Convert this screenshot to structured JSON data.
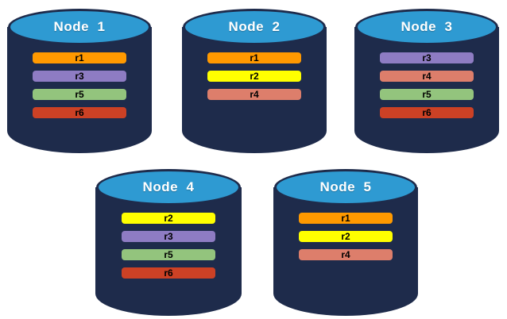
{
  "diagram": {
    "background": "#FFFFFF",
    "colors": {
      "cylinder_body": "#1E2B4B",
      "cylinder_top": "#2E9AD2",
      "title_text": "#FFFFFF",
      "bar_text": "#000000"
    },
    "replica_colors": {
      "r1": "#FF9900",
      "r2": "#FFFF00",
      "r3": "#8E7CC3",
      "r4": "#DD7E6B",
      "r5": "#93C47D",
      "r6": "#CC4125"
    },
    "nodes": [
      {
        "label": "Node  1",
        "replicas": [
          "r1",
          "r3",
          "r5",
          "r6"
        ]
      },
      {
        "label": "Node  2",
        "replicas": [
          "r1",
          "r2",
          "r4"
        ]
      },
      {
        "label": "Node  3",
        "replicas": [
          "r3",
          "r4",
          "r5",
          "r6"
        ]
      },
      {
        "label": "Node  4",
        "replicas": [
          "r2",
          "r3",
          "r5",
          "r6"
        ]
      },
      {
        "label": "Node  5",
        "replicas": [
          "r1",
          "r2",
          "r4"
        ]
      }
    ]
  }
}
